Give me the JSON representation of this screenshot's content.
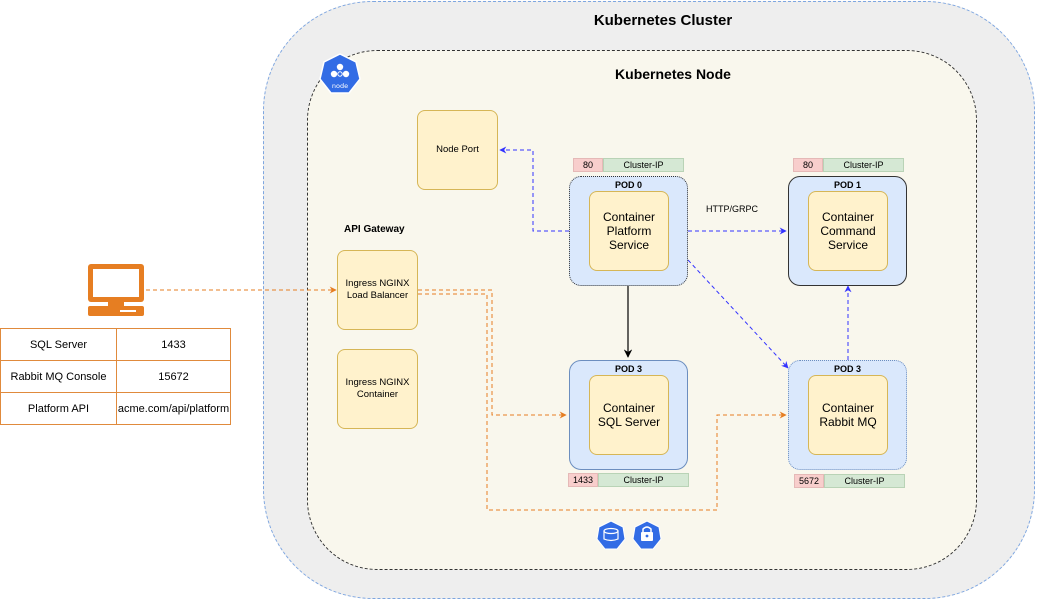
{
  "cluster": {
    "title": "Kubernetes Cluster"
  },
  "node": {
    "title": "Kubernetes Node",
    "badge": "node"
  },
  "api_gateway": {
    "title": "API Gateway"
  },
  "boxes": {
    "node_port": "Node Port",
    "ingress_lb": "Ingress NGINX Load Balancer",
    "ingress_container": "Ingress NGINX Container"
  },
  "pods": {
    "platform": {
      "pod": "POD 0",
      "container": "Container Platform Service",
      "port": "80",
      "ip": "Cluster-IP"
    },
    "command": {
      "pod": "POD 1",
      "container": "Container Command Service",
      "port": "80",
      "ip": "Cluster-IP"
    },
    "sql": {
      "pod": "POD 3",
      "container": "Container SQL Server",
      "port": "1433",
      "ip": "Cluster-IP"
    },
    "rabbit": {
      "pod": "POD 3",
      "container": "Container Rabbit MQ",
      "port": "5672",
      "ip": "Cluster-IP"
    }
  },
  "edge_labels": {
    "http_grpc": "HTTP/GRPC"
  },
  "icons": {
    "computer": "desktop-computer-icon",
    "node": "kubernetes-node-icon",
    "pvc": "pvc-icon",
    "secret": "secret-icon"
  },
  "table": {
    "rows": [
      {
        "name": "SQL Server",
        "value": "1433"
      },
      {
        "name": "Rabbit MQ Console",
        "value": "15672"
      },
      {
        "name": "Platform API",
        "value": "acme.com/api/platform"
      }
    ]
  },
  "colors": {
    "orange": "#e67e22",
    "blue": "#3333ff",
    "pod_fill": "#dae8fc",
    "box_fill": "#fff2cc"
  }
}
